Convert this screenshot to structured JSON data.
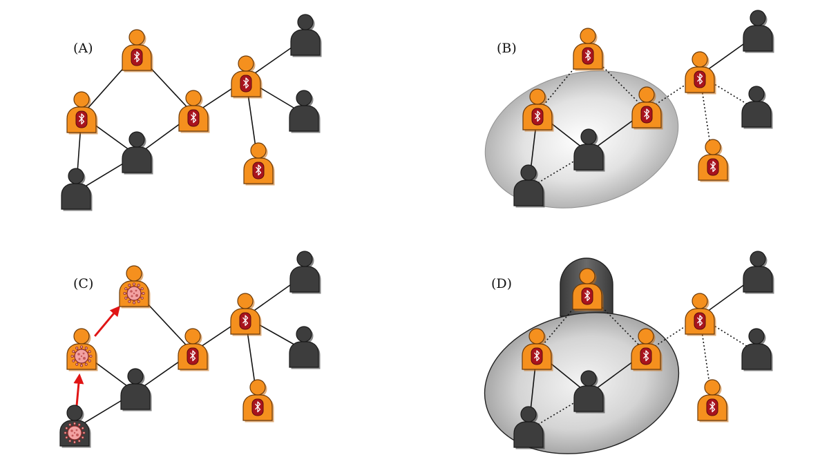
{
  "colors": {
    "app_user": "#f5901e",
    "app_user_outline": "#6b3a0a",
    "non_user": "#3d3d3d",
    "non_user_outline": "#1a1a1a",
    "badge": "#a8141e",
    "bluetooth": "#ffffff",
    "infection_arrow": "#e01515",
    "virus": "#f2a2a2",
    "cluster_fill": "#c9c9c9",
    "cluster_dark": "#4a4a4a"
  },
  "icons": {
    "app_user": "person-bluetooth-icon",
    "non_user": "person-icon",
    "infected": "virus-icon"
  },
  "panels": [
    {
      "label": "(A)",
      "people": [
        {
          "id": "a1",
          "type": "app",
          "infected": false
        },
        {
          "id": "a2",
          "type": "app",
          "infected": false
        },
        {
          "id": "a3",
          "type": "dark",
          "infected": false
        },
        {
          "id": "a4",
          "type": "dark",
          "infected": false
        },
        {
          "id": "a5",
          "type": "app",
          "infected": false
        },
        {
          "id": "a6",
          "type": "app",
          "infected": false
        },
        {
          "id": "a7",
          "type": "dark",
          "infected": false
        },
        {
          "id": "a8",
          "type": "dark",
          "infected": false
        },
        {
          "id": "a9",
          "type": "app",
          "infected": false
        }
      ],
      "links": [
        {
          "from": "a1",
          "to": "a2",
          "style": "solid"
        },
        {
          "from": "a1",
          "to": "a5",
          "style": "solid"
        },
        {
          "from": "a2",
          "to": "a3",
          "style": "solid"
        },
        {
          "from": "a2",
          "to": "a4",
          "style": "solid"
        },
        {
          "from": "a3",
          "to": "a4",
          "style": "solid"
        },
        {
          "from": "a3",
          "to": "a5",
          "style": "solid"
        },
        {
          "from": "a5",
          "to": "a6",
          "style": "solid"
        },
        {
          "from": "a6",
          "to": "a7",
          "style": "solid"
        },
        {
          "from": "a6",
          "to": "a8",
          "style": "solid"
        },
        {
          "from": "a6",
          "to": "a9",
          "style": "solid"
        }
      ]
    },
    {
      "label": "(B)",
      "people": [
        {
          "id": "b1",
          "type": "app",
          "infected": false
        },
        {
          "id": "b2",
          "type": "app",
          "infected": false
        },
        {
          "id": "b3",
          "type": "dark",
          "infected": false
        },
        {
          "id": "b4",
          "type": "dark",
          "infected": false
        },
        {
          "id": "b5",
          "type": "app",
          "infected": false
        },
        {
          "id": "b6",
          "type": "app",
          "infected": false
        },
        {
          "id": "b7",
          "type": "dark",
          "infected": false
        },
        {
          "id": "b8",
          "type": "dark",
          "infected": false
        },
        {
          "id": "b9",
          "type": "app",
          "infected": false
        }
      ],
      "links": [
        {
          "from": "b1",
          "to": "b2",
          "style": "dotted"
        },
        {
          "from": "b1",
          "to": "b5",
          "style": "dotted"
        },
        {
          "from": "b2",
          "to": "b3",
          "style": "solid"
        },
        {
          "from": "b2",
          "to": "b4",
          "style": "solid"
        },
        {
          "from": "b3",
          "to": "b4",
          "style": "dotted"
        },
        {
          "from": "b3",
          "to": "b5",
          "style": "solid"
        },
        {
          "from": "b5",
          "to": "b6",
          "style": "dotted"
        },
        {
          "from": "b6",
          "to": "b7",
          "style": "solid"
        },
        {
          "from": "b6",
          "to": "b8",
          "style": "dotted"
        },
        {
          "from": "b6",
          "to": "b9",
          "style": "dotted"
        }
      ]
    },
    {
      "label": "(C)",
      "people": [
        {
          "id": "c1",
          "type": "app",
          "infected": true
        },
        {
          "id": "c2",
          "type": "app",
          "infected": true
        },
        {
          "id": "c3",
          "type": "dark",
          "infected": false
        },
        {
          "id": "c4",
          "type": "dark",
          "infected": true
        },
        {
          "id": "c5",
          "type": "app",
          "infected": false
        },
        {
          "id": "c6",
          "type": "app",
          "infected": false
        },
        {
          "id": "c7",
          "type": "dark",
          "infected": false
        },
        {
          "id": "c8",
          "type": "dark",
          "infected": false
        },
        {
          "id": "c9",
          "type": "app",
          "infected": false
        }
      ],
      "links": [
        {
          "from": "c2",
          "to": "c1",
          "style": "infection"
        },
        {
          "from": "c1",
          "to": "c5",
          "style": "solid"
        },
        {
          "from": "c2",
          "to": "c3",
          "style": "solid"
        },
        {
          "from": "c4",
          "to": "c2",
          "style": "infection"
        },
        {
          "from": "c3",
          "to": "c4",
          "style": "solid"
        },
        {
          "from": "c3",
          "to": "c5",
          "style": "solid"
        },
        {
          "from": "c5",
          "to": "c6",
          "style": "solid"
        },
        {
          "from": "c6",
          "to": "c7",
          "style": "solid"
        },
        {
          "from": "c6",
          "to": "c8",
          "style": "solid"
        },
        {
          "from": "c6",
          "to": "c9",
          "style": "solid"
        }
      ]
    },
    {
      "label": "(D)",
      "people": [
        {
          "id": "d1",
          "type": "app",
          "infected": false
        },
        {
          "id": "d2",
          "type": "app",
          "infected": false
        },
        {
          "id": "d3",
          "type": "dark",
          "infected": false
        },
        {
          "id": "d4",
          "type": "dark",
          "infected": false
        },
        {
          "id": "d5",
          "type": "app",
          "infected": false
        },
        {
          "id": "d6",
          "type": "app",
          "infected": false
        },
        {
          "id": "d7",
          "type": "dark",
          "infected": false
        },
        {
          "id": "d8",
          "type": "dark",
          "infected": false
        },
        {
          "id": "d9",
          "type": "app",
          "infected": false
        }
      ],
      "links": [
        {
          "from": "d1",
          "to": "d2",
          "style": "dotted"
        },
        {
          "from": "d1",
          "to": "d5",
          "style": "dotted"
        },
        {
          "from": "d2",
          "to": "d3",
          "style": "solid"
        },
        {
          "from": "d2",
          "to": "d4",
          "style": "solid"
        },
        {
          "from": "d3",
          "to": "d4",
          "style": "dotted"
        },
        {
          "from": "d3",
          "to": "d5",
          "style": "solid"
        },
        {
          "from": "d5",
          "to": "d6",
          "style": "dotted"
        },
        {
          "from": "d6",
          "to": "d7",
          "style": "solid"
        },
        {
          "from": "d6",
          "to": "d8",
          "style": "dotted"
        },
        {
          "from": "d6",
          "to": "d9",
          "style": "dotted"
        }
      ]
    }
  ]
}
